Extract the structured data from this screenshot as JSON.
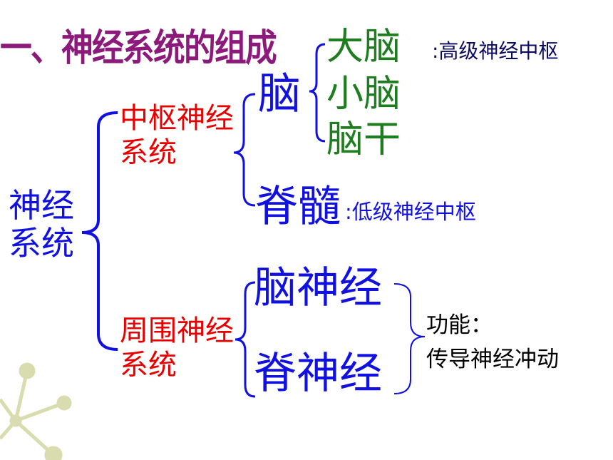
{
  "title": "一、神经系统的组成",
  "root": "神经系统",
  "central": {
    "label": "中枢神经系统",
    "brain": {
      "label": "脑",
      "parts": [
        "大脑",
        "小脑",
        "脑干"
      ],
      "note": ":高级神经中枢"
    },
    "spinal_cord": {
      "label": "脊髓",
      "note": ":低级神经中枢"
    }
  },
  "peripheral": {
    "label": "周围神经系统",
    "cranial_nerves": "脑神经",
    "spinal_nerves": "脊神经",
    "function_label": "功能：",
    "function_text": "传导神经冲动"
  },
  "colors": {
    "title": "#8b1a7a",
    "blue": "#1010e0",
    "red": "#e80000",
    "green": "#1e7d1e",
    "decoration": "#d8dcae"
  }
}
